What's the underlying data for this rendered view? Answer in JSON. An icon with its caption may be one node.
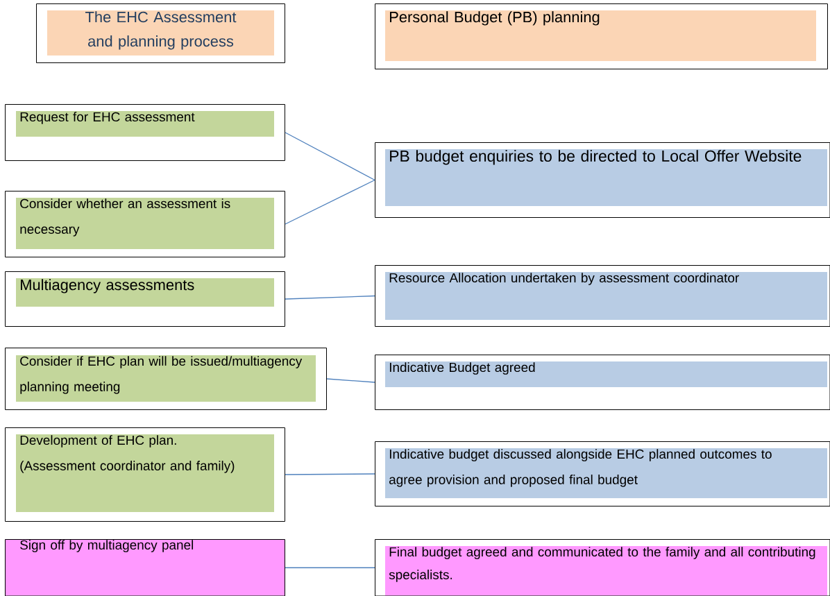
{
  "diagram": {
    "nodes": [
      {
        "text": [
          "The EHC Assessment and planning process"
        ]
      },
      {
        "text": [
          "Personal Budget (PB) planning"
        ]
      },
      {
        "text": [
          "Request for EHC assessment"
        ]
      },
      {
        "text": [
          "PB budget enquiries to be directed to Local Offer Website"
        ]
      },
      {
        "text": [
          "Consider whether an assessment is necessary"
        ]
      },
      {
        "text": [
          "Multiagency assessments"
        ]
      },
      {
        "text": [
          "Resource Allocation undertaken by assessment coordinator"
        ]
      },
      {
        "text": [
          "Consider if EHC plan will be issued/multiagency planning meeting"
        ]
      },
      {
        "text": [
          "Indicative Budget agreed"
        ]
      },
      {
        "text": [
          "Development of EHC plan. (Assessment coordinator and family)"
        ]
      },
      {
        "text": [
          "Indicative budget discussed alongside EHC planned outcomes to agree provision and proposed final budget"
        ]
      },
      {
        "text": [
          "Sign off by multiagency panel"
        ]
      },
      {
        "text": [
          "Final budget agreed and communicated to the family and all contributing specialists."
        ]
      }
    ],
    "edges": [
      {
        "from": 2,
        "to": 3,
        "arrow": "none"
      },
      {
        "from": 4,
        "to": 3,
        "arrow": "none"
      },
      {
        "from": 5,
        "to": 6,
        "arrow": "none"
      },
      {
        "from": 7,
        "to": 8,
        "arrow": "none"
      },
      {
        "from": 9,
        "to": 10,
        "arrow": "none"
      },
      {
        "from": 11,
        "to": 12,
        "arrow": "none"
      }
    ]
  }
}
